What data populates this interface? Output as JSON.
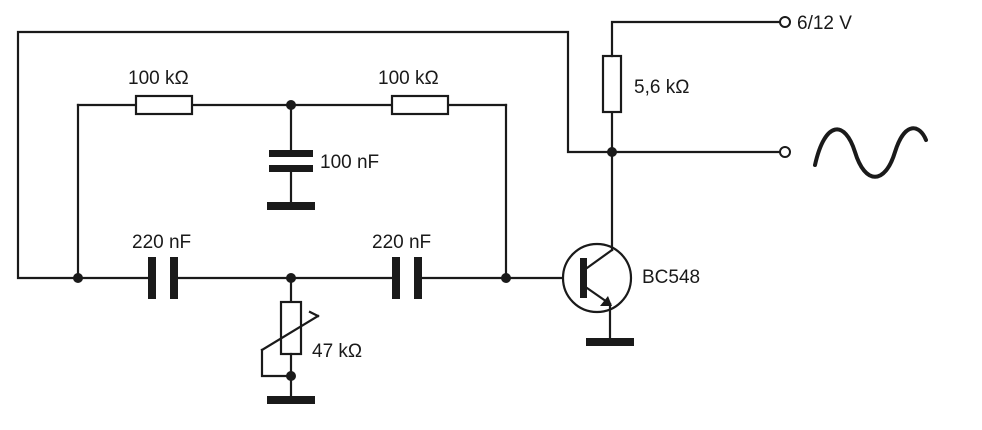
{
  "components": {
    "r1": "100 kΩ",
    "r2": "100 kΩ",
    "c1": "100 nF",
    "c2": "220 nF",
    "c3": "220 nF",
    "pot": "47 kΩ",
    "rc": "5,6 kΩ",
    "transistor": "BC548"
  },
  "supply": "6/12 V",
  "output": {
    "signal": "sine-wave-icon"
  }
}
